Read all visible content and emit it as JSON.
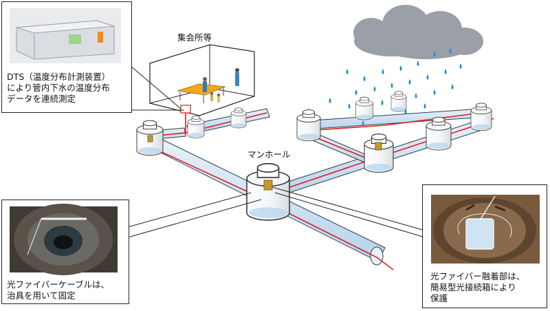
{
  "labels": {
    "building": "集会所等",
    "manhole": "マンホール"
  },
  "callouts": {
    "dts": "DTS（温度分布計測装置）\nにより管内下水の温度分布\nデータを連続測定",
    "cable": "光ファイバーケーブルは、\n治具を用いて固定",
    "splice": "光ファイバー融着部は、\n簡易型光接続箱により\n保護"
  },
  "colors": {
    "pipe_fill": "#cfe3f3",
    "pipe_stroke": "#2b3a4a",
    "fiber": "#e31b1b",
    "water": "#bcd8ee",
    "cloud": "#9a9fa8",
    "rain": "#1d8fd0",
    "splice_box": "#c59a2a"
  }
}
